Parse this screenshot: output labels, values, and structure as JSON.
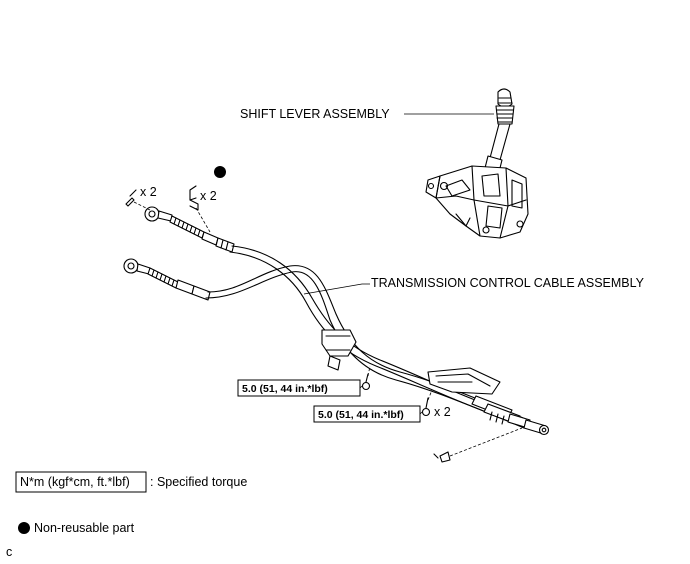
{
  "labels": {
    "shift_lever": "SHIFT LEVER ASSEMBLY",
    "control_cable": "TRANSMISSION CONTROL CABLE ASSEMBLY"
  },
  "quantities": {
    "clip_qty": "x 2",
    "retainer_qty": "x 2",
    "bolt_qty": "x 2"
  },
  "torque": {
    "upper": "5.0 (51, 44 in.*lbf)",
    "lower": "5.0 (51, 44 in.*lbf)"
  },
  "legend": {
    "torque_unit": "N*m (kgf*cm, ft.*lbf)",
    "torque_desc": ": Specified torque",
    "non_reusable": "Non-reusable part"
  },
  "figure_code": "c"
}
